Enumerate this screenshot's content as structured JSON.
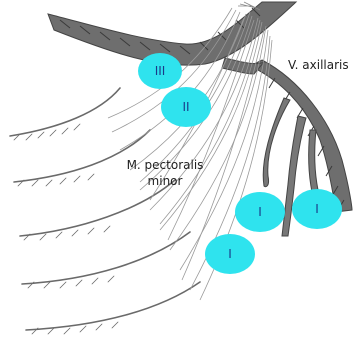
{
  "labels": {
    "vein": "V. axillaris",
    "muscle_line1": "M. pectoralis",
    "muscle_line2": "minor"
  },
  "levels": {
    "level_3": "III",
    "level_2": "II",
    "level_1": "I"
  },
  "colors": {
    "badge_fill": "#2fe3ee",
    "badge_text": "#1a3a8a",
    "vessel": "#555555",
    "muscle_fiber": "#9a9a9a",
    "rib": "#6a6a6a"
  }
}
